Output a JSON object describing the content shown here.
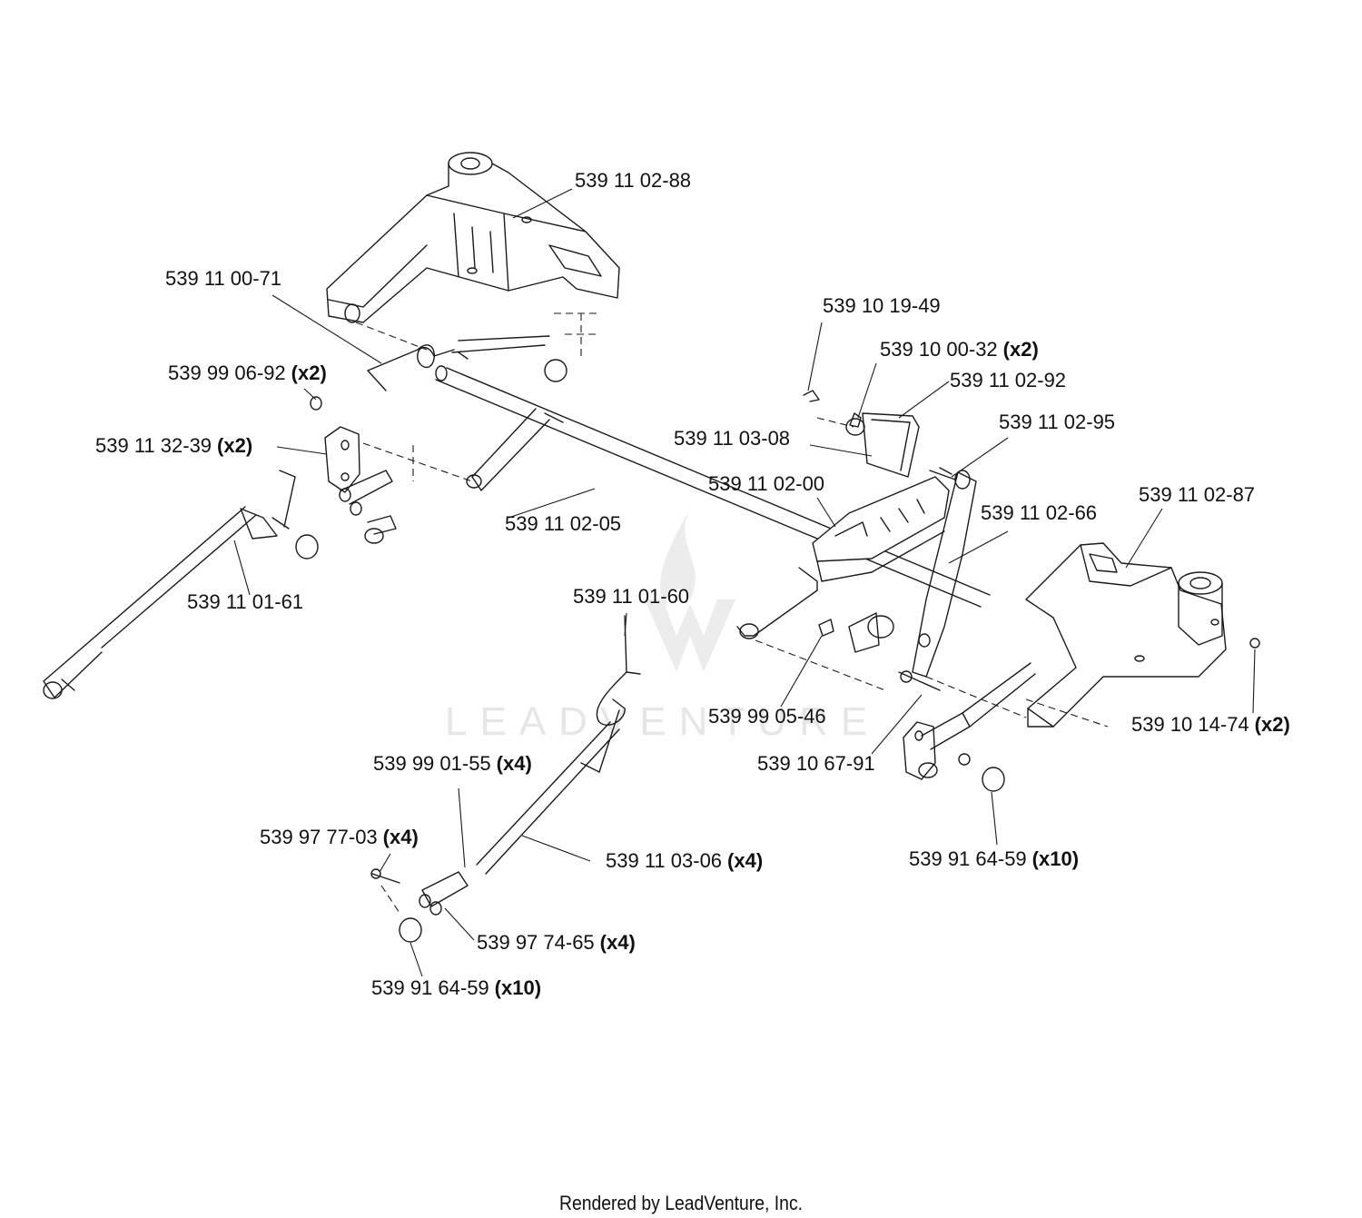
{
  "labels": [
    {
      "id": "l1",
      "part": "539 11 02-88",
      "qty": ""
    },
    {
      "id": "l2",
      "part": "539 11 00-71",
      "qty": ""
    },
    {
      "id": "l3",
      "part": "539 99 06-92",
      "qty": "(x2)"
    },
    {
      "id": "l4",
      "part": "539 11 32-39",
      "qty": "(x2)"
    },
    {
      "id": "l5",
      "part": "539 11 01-61",
      "qty": ""
    },
    {
      "id": "l6",
      "part": "539 11 02-05",
      "qty": ""
    },
    {
      "id": "l7",
      "part": "539 10 19-49",
      "qty": ""
    },
    {
      "id": "l8",
      "part": "539 10 00-32",
      "qty": "(x2)"
    },
    {
      "id": "l9",
      "part": "539 11 02-92",
      "qty": ""
    },
    {
      "id": "l10",
      "part": "539 11 03-08",
      "qty": ""
    },
    {
      "id": "l11",
      "part": "539 11 02-95",
      "qty": ""
    },
    {
      "id": "l12",
      "part": "539 11 02-00",
      "qty": ""
    },
    {
      "id": "l13",
      "part": "539 11 02-66",
      "qty": ""
    },
    {
      "id": "l14",
      "part": "539 11 02-87",
      "qty": ""
    },
    {
      "id": "l15",
      "part": "539 11 01-60",
      "qty": ""
    },
    {
      "id": "l16",
      "part": "539 99 05-46",
      "qty": ""
    },
    {
      "id": "l17",
      "part": "539 10 14-74",
      "qty": "(x2)"
    },
    {
      "id": "l18",
      "part": "539 10 67-91",
      "qty": ""
    },
    {
      "id": "l19",
      "part": "539 99 01-55",
      "qty": "(x4)"
    },
    {
      "id": "l20",
      "part": "539 97 77-03",
      "qty": "(x4)"
    },
    {
      "id": "l21",
      "part": "539 11 03-06",
      "qty": "(x4)"
    },
    {
      "id": "l22",
      "part": "539 91 64-59",
      "qty": "(x10)"
    },
    {
      "id": "l23",
      "part": "539 97 74-65",
      "qty": "(x4)"
    },
    {
      "id": "l24",
      "part": "539 91 64-59",
      "qty": "(x10)"
    }
  ],
  "watermark": "LEADVENTURE",
  "footer": "Rendered by LeadVenture, Inc.",
  "icons": {
    "watermark_logo": "leadventure-flame-logo-icon"
  },
  "colors": {
    "ink": "#1a1a1a",
    "watermark": "#e6e6e6",
    "background": "#ffffff"
  }
}
